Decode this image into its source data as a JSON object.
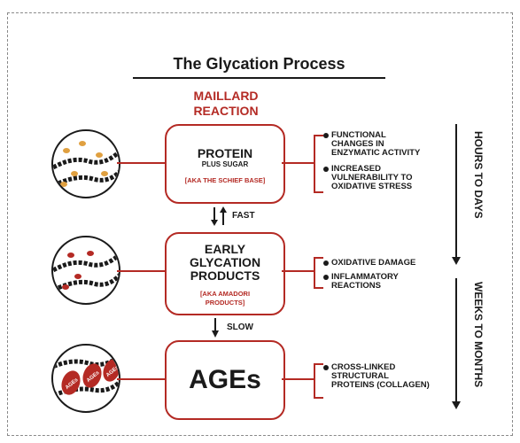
{
  "title": "The Glycation Process",
  "maillard": {
    "line1": "MAILLARD",
    "line2": "REACTION"
  },
  "stages": [
    {
      "title": "PROTEIN",
      "subtitle": "PLUS SUGAR",
      "aka": "[AKA THE SCHIEF BASE]"
    },
    {
      "title1": "EARLY",
      "title2": "GLYCATION",
      "title3": "PRODUCTS",
      "aka1": "[AKA AMADORI",
      "aka2": "PRODUCTS]"
    },
    {
      "title": "AGEs"
    }
  ],
  "transitions": [
    {
      "label": "FAST",
      "icon": "bidirectional-arrow-icon"
    },
    {
      "label": "SLOW",
      "icon": "down-arrow-icon"
    }
  ],
  "effects": [
    [
      "FUNCTIONAL",
      "CHANGES IN",
      "ENZYMATIC ACTIVITY"
    ],
    [
      "INCREASED",
      "VULNERABILITY TO",
      "OXIDATIVE STRESS"
    ],
    [
      "OXIDATIVE DAMAGE"
    ],
    [
      "INFLAMMATORY",
      "REACTIONS"
    ],
    [
      "CROSS-LINKED",
      "STRUCTURAL",
      "PROTEINS (COLLAGEN)"
    ]
  ],
  "timeline": {
    "upper": "HOURS TO DAYS",
    "lower": "WEEKS TO MONTHS"
  },
  "age_badge": "AGEs",
  "colors": {
    "accent": "#b42a24",
    "sugar": "#e0a040",
    "ink": "#1a1a1a"
  }
}
